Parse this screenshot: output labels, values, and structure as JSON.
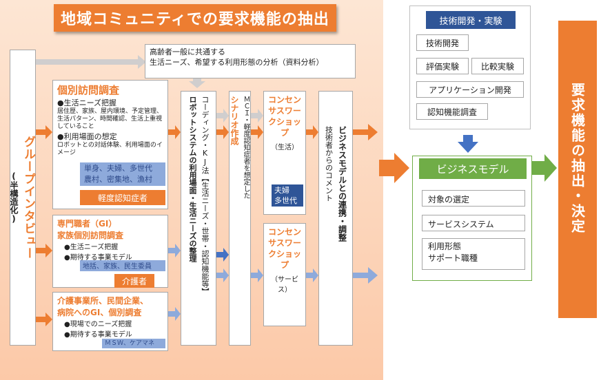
{
  "title": "地域コミュニティでの要求機能の抽出",
  "top_note": "高齢者一般に共通する\n生活ニーズ、希望する利用形態の分析（資料分析）",
  "group_interview": {
    "label": "グループインタビュー",
    "sub": "(半構造化)"
  },
  "individual": {
    "title": "個別訪問調査",
    "line1": "●生活ニーズ把握",
    "line1_detail": "居住歴、家族、屋内環境、予定管理、生活パターン、時間確認、生活上重視していること",
    "line2": "●利用場面の想定",
    "line2_detail": "ロボットとの対話体験、利用場面のイメージ",
    "tag_line1": "単身、夫婦、多世代",
    "tag_line2": "農村、密集地、漁村",
    "badge": "軽度認知症者"
  },
  "specialist": {
    "title_line1": "専門職者（GI）",
    "title_line2": "家族個別訪問調査",
    "line1": "●生活ニーズ把握",
    "line2": "●期待する事業モデル",
    "tag": "地括、家族、民生委員",
    "badge": "介護者"
  },
  "business_survey": {
    "title_line1": "介護事業所、民間企業、",
    "title_line2": "病院へのGI、個別調査",
    "line1": "●現場でのニーズ把握",
    "line2": "●期待する事業モデル",
    "tag": "ＭＳＷ、ケアマネ"
  },
  "coding": {
    "col1": "コーディング・KJ法【生活ニーズ・世帯・認知機能等】",
    "col2": "ロボットシステムの利用場面・生活ニーズの整理"
  },
  "scenario": {
    "col1": "ＭＣＩ・軽度認知症者を想定した",
    "col2": "シナリオ作成"
  },
  "workshop1": {
    "label": "コンセンサスワークショップ",
    "sub": "（生活）",
    "tag": "夫婦\n多世代"
  },
  "workshop2": {
    "label": "コンセンサスワークショップ",
    "sub": "（サービス）"
  },
  "biz_link": {
    "col1": "ビジネスモデルとの連携・調整",
    "col2": "技術者からのコメント"
  },
  "tech": {
    "header": "技術開発・実験",
    "items": [
      "技術開発",
      "評価実験",
      "比較実験",
      "アプリケーション開発",
      "認知機能調査"
    ]
  },
  "business_model": {
    "header": "ビジネスモデル",
    "items": [
      "対象の選定",
      "サービスシステム",
      "利用形態\nサポート職種"
    ]
  },
  "final": "要求機能の抽出・決定",
  "colors": {
    "orange": "#ed7d31",
    "green": "#70ad47",
    "blue": "#4472c4",
    "navy": "#2f5597",
    "lightblue": "#8eaadb"
  }
}
